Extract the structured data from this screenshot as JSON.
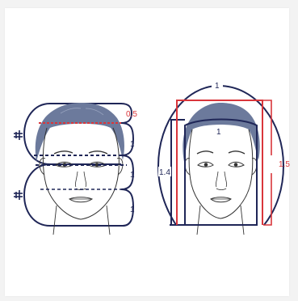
{
  "colors": {
    "background": "#f3f3f3",
    "panel": "#ffffff",
    "navy": "#1f2657",
    "red": "#d9363b",
    "hair": "#6c7a9c",
    "face_line": "#333333"
  },
  "left_diagram": {
    "labels": {
      "top_segment": "0.5",
      "segment_1": "1",
      "segment_2": "1",
      "segment_3": "1"
    },
    "icons": [
      "equal-mark-icon",
      "equal-mark-icon"
    ]
  },
  "right_diagram": {
    "labels": {
      "arc_width": "1",
      "inner_width": "1",
      "height_left": "1.4",
      "height_right": "1.5"
    }
  }
}
